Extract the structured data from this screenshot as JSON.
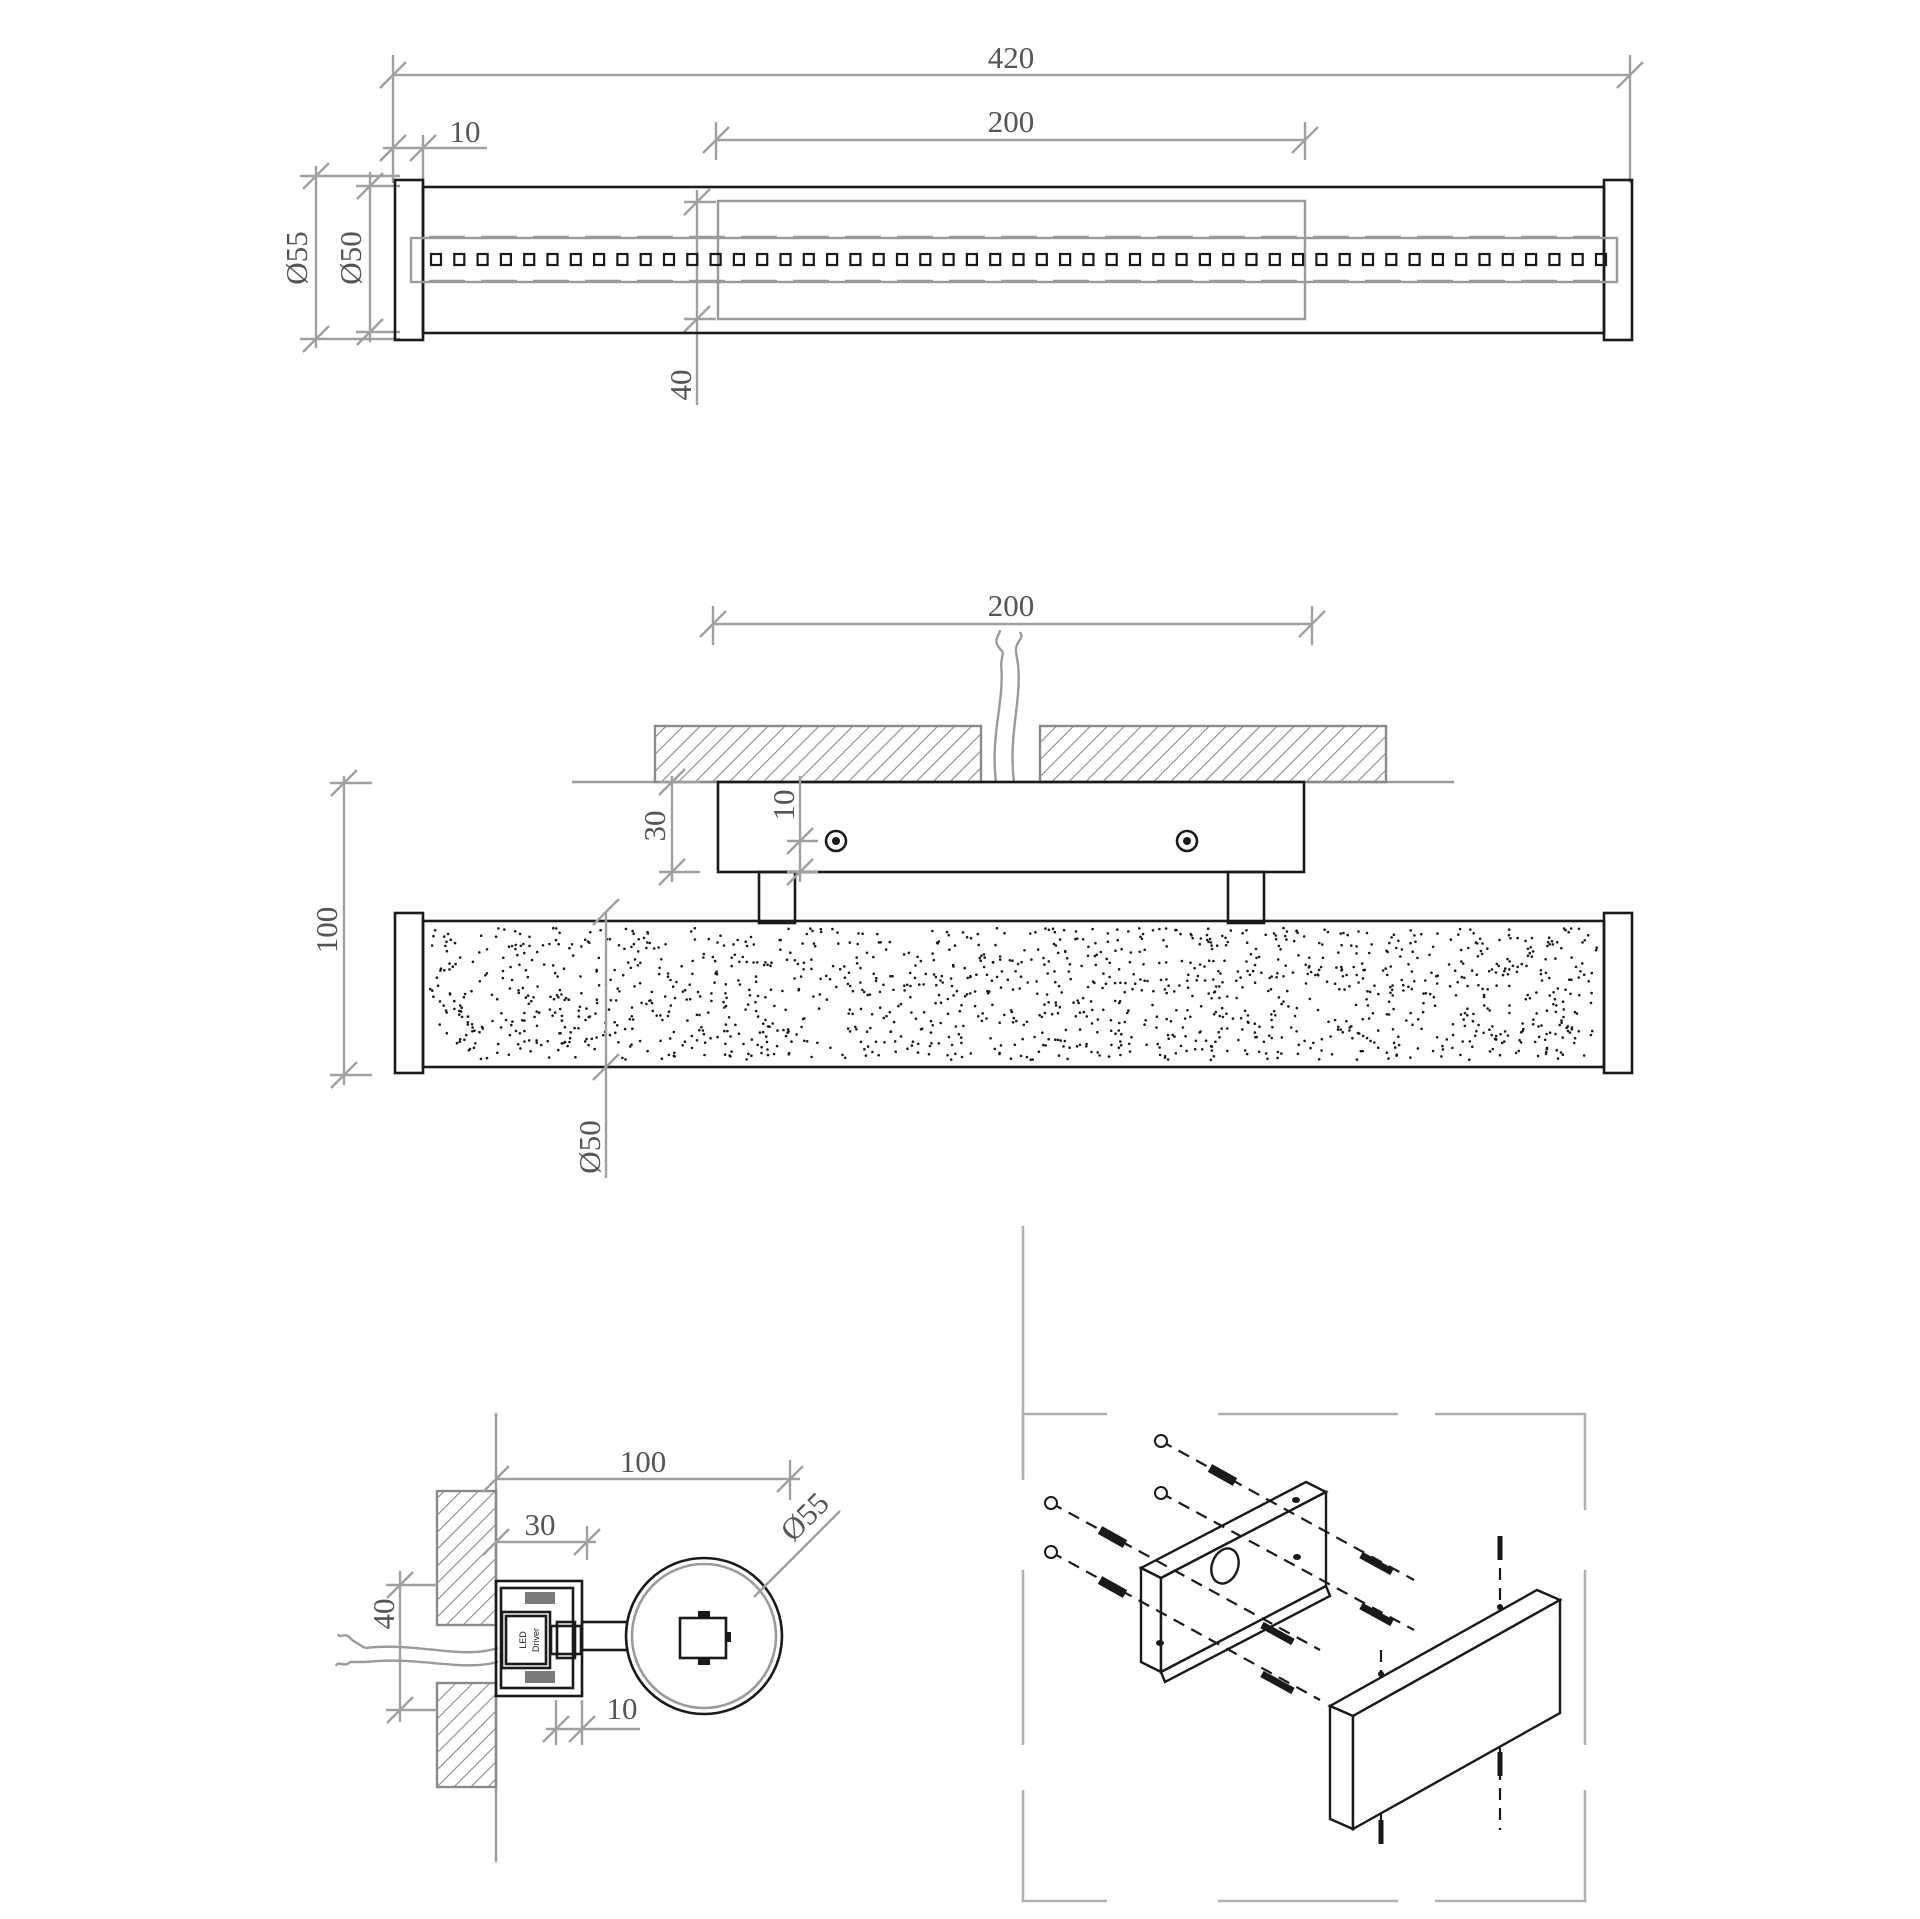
{
  "views": {
    "top": {
      "overall_length": "420",
      "end_cap_width": "10",
      "bracket_width": "200",
      "outer_diameter": "Ø55",
      "tube_diameter": "Ø50",
      "bracket_depth": "40"
    },
    "front": {
      "bracket_width": "200",
      "total_projection": "100",
      "bracket_height": "30",
      "bracket_offset": "10",
      "tube_diameter": "Ø50"
    },
    "side": {
      "projection": "100",
      "bracket_depth": "30",
      "wall_plate_height": "40",
      "arm_gap": "10",
      "outer_diameter": "Ø55",
      "driver_label_line1": "LED",
      "driver_label_line2": "Driver"
    }
  },
  "colors": {
    "outline": "#1a1a1a",
    "dimension": "#a0a0a0",
    "hatch": "#8a8a8a"
  }
}
